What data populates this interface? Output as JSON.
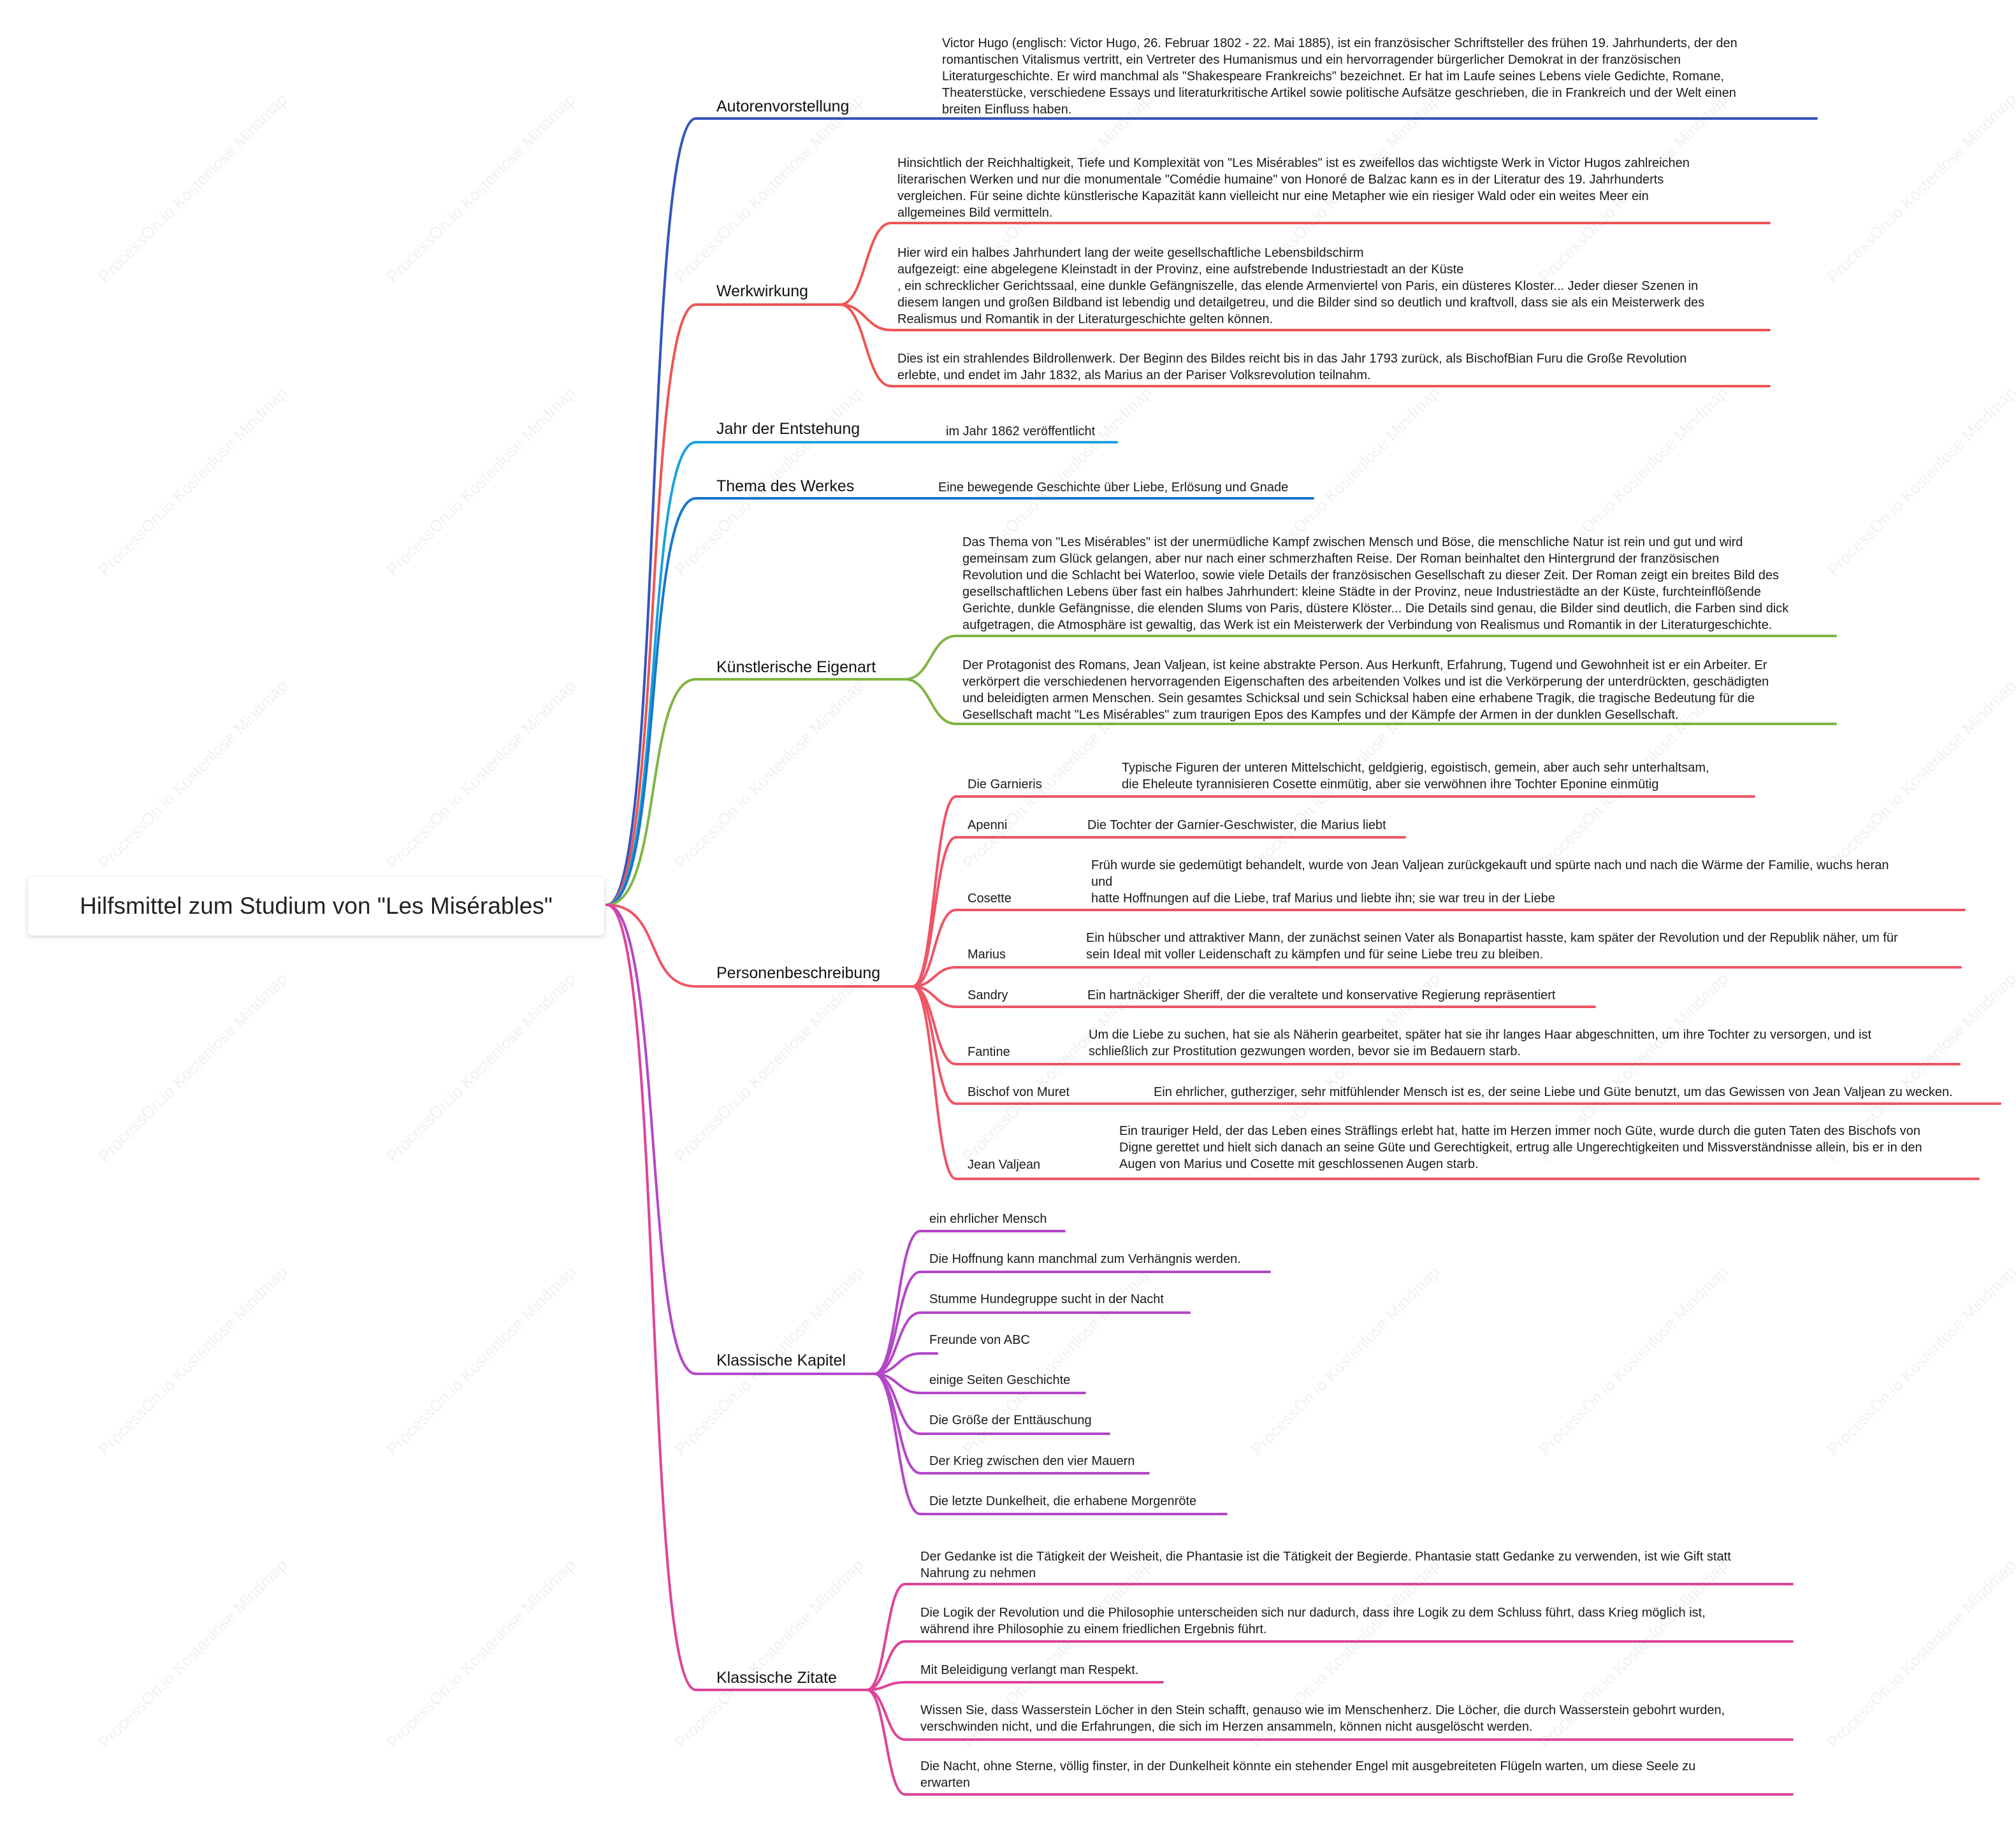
{
  "root": {
    "title": "Hilfsmittel zum Studium von \"Les Misérables\""
  },
  "watermark": "ProcessOn.io Kostenlose Mindmap",
  "colors": {
    "autor": "#3355bb",
    "werk": "#ee5555",
    "jahr": "#1aa3dd",
    "thema": "#1877c9",
    "kunst": "#7fb544",
    "personen": "#ee5566",
    "kapitel": "#b347c7",
    "zitate": "#dd4499"
  },
  "branches": {
    "autor": {
      "label": "Autorenvorstellung",
      "items": [
        "Victor Hugo (englisch: Victor Hugo, 26. Februar 1802 - 22. Mai 1885), ist ein französischer Schriftsteller des frühen 19. Jahrhunderts, der den\nromantischen Vitalismus vertritt, ein Vertreter des Humanismus und ein hervorragender bürgerlicher Demokrat in der französischen\nLiteraturgeschichte. Er wird manchmal als \"Shakespeare Frankreichs\" bezeichnet. Er hat im Laufe seines Lebens viele Gedichte, Romane,\nTheaterstücke, verschiedene Essays und literaturkritische Artikel sowie politische Aufsätze geschrieben, die in Frankreich und der Welt einen\nbreiten Einfluss haben."
      ]
    },
    "werk": {
      "label": "Werkwirkung",
      "items": [
        "Hinsichtlich der Reichhaltigkeit, Tiefe und Komplexität von \"Les Misérables\" ist es zweifellos das wichtigste Werk in Victor Hugos zahlreichen\nliterarischen Werken und nur die monumentale \"Comédie humaine\" von Honoré de Balzac kann es in der Literatur des 19. Jahrhunderts\nvergleichen. Für seine dichte künstlerische Kapazität kann vielleicht nur eine Metapher wie ein riesiger Wald oder ein weites Meer ein\nallgemeines Bild vermitteln.",
        "Hier wird ein halbes Jahrhundert lang der weite gesellschaftliche Lebensbildschirm\naufgezeigt: eine abgelegene Kleinstadt in der Provinz, eine aufstrebende Industriestadt an der Küste\n, ein schrecklicher Gerichtssaal, eine dunkle Gefängniszelle, das elende Armenviertel von Paris, ein düsteres Kloster... Jeder dieser Szenen in\ndiesem langen und großen Bildband ist lebendig und detailgetreu, und die Bilder sind so deutlich und kraftvoll, dass sie als ein Meisterwerk des\nRealismus und Romantik in der Literaturgeschichte gelten können.",
        "Dies ist ein strahlendes Bildrollenwerk. Der Beginn des Bildes reicht bis in das Jahr 1793 zurück, als BischofBian Furu die Große Revolution\nerlebte, und endet im Jahr 1832, als Marius an der Pariser Volksrevolution teilnahm."
      ]
    },
    "jahr": {
      "label": "Jahr der Entstehung",
      "items": [
        "im Jahr 1862 veröffentlicht"
      ]
    },
    "thema": {
      "label": "Thema des Werkes",
      "items": [
        "Eine bewegende Geschichte über Liebe, Erlösung und Gnade"
      ]
    },
    "kunst": {
      "label": "Künstlerische Eigenart",
      "items": [
        "Das Thema von \"Les Misérables\" ist der unermüdliche Kampf zwischen Mensch und Böse, die menschliche Natur ist rein und gut und wird\ngemeinsam zum Glück gelangen, aber nur nach einer schmerzhaften Reise. Der Roman beinhaltet den Hintergrund der französischen\nRevolution und die Schlacht bei Waterloo, sowie viele Details der französischen Gesellschaft zu dieser Zeit. Der Roman zeigt ein breites Bild des\ngesellschaftlichen Lebens über fast ein halbes Jahrhundert: kleine Städte in der Provinz, neue Industriestädte an der Küste, furchteinflößende\nGerichte, dunkle Gefängnisse, die elenden Slums von Paris, düstere Klöster... Die Details sind genau, die Bilder sind deutlich, die Farben sind dick\naufgetragen, die Atmosphäre ist gewaltig, das Werk ist ein Meisterwerk der Verbindung von Realismus und Romantik in der Literaturgeschichte.",
        "Der Protagonist des Romans, Jean Valjean, ist keine abstrakte Person. Aus Herkunft, Erfahrung, Tugend und Gewohnheit ist er ein Arbeiter. Er\nverkörpert die verschiedenen hervorragenden Eigenschaften des arbeitenden Volkes und ist die Verkörperung der unterdrückten, geschädigten\nund beleidigten armen Menschen. Sein gesamtes Schicksal und sein Schicksal haben eine erhabene Tragik, die tragische Bedeutung für die\nGesellschaft macht \"Les Misérables\" zum traurigen Epos des Kampfes und der Kämpfe der Armen in der dunklen Gesellschaft."
      ]
    },
    "personen": {
      "label": "Personenbeschreibung",
      "people": [
        {
          "name": "Die Garnieris",
          "desc": "Typische Figuren der unteren Mittelschicht, geldgierig, egoistisch, gemein, aber auch sehr unterhaltsam,\ndie Eheleute tyrannisieren Cosette einmütig, aber sie verwöhnen ihre Tochter Eponine einmütig"
        },
        {
          "name": "Apenni",
          "desc": "Die Tochter der Garnier-Geschwister, die Marius liebt"
        },
        {
          "name": "Cosette",
          "desc": "Früh wurde sie gedemütigt behandelt, wurde von Jean Valjean zurückgekauft und spürte nach und nach die Wärme der Familie, wuchs heran\nund\nhatte Hoffnungen auf die Liebe, traf Marius und liebte ihn; sie war treu in der Liebe"
        },
        {
          "name": "Marius",
          "desc": "Ein hübscher und attraktiver Mann, der zunächst seinen Vater als Bonapartist hasste, kam später der Revolution und der Republik näher, um für\nsein Ideal mit voller Leidenschaft zu kämpfen und für seine Liebe treu zu bleiben."
        },
        {
          "name": "Sandry",
          "desc": "Ein hartnäckiger Sheriff, der die veraltete und konservative Regierung repräsentiert"
        },
        {
          "name": "Fantine",
          "desc": "Um die Liebe zu suchen, hat sie als Näherin gearbeitet, später hat sie ihr langes Haar abgeschnitten, um ihre Tochter zu versorgen, und ist\nschließlich zur Prostitution gezwungen worden, bevor sie im Bedauern starb."
        },
        {
          "name": "Bischof von Muret",
          "desc": "Ein ehrlicher, gutherziger, sehr mitfühlender Mensch ist es, der seine Liebe und Güte benutzt, um das Gewissen von Jean Valjean zu wecken."
        },
        {
          "name": "Jean Valjean",
          "desc": "Ein trauriger Held, der das Leben eines Sträflings erlebt hat, hatte im Herzen immer noch Güte, wurde durch die guten Taten des Bischofs von\nDigne gerettet und hielt sich danach an seine Güte und Gerechtigkeit, ertrug alle Ungerechtigkeiten und Missverständnisse allein, bis er in den\nAugen von Marius und Cosette mit geschlossenen Augen starb."
        }
      ]
    },
    "kapitel": {
      "label": "Klassische Kapitel",
      "items": [
        "ein ehrlicher Mensch",
        "Die Hoffnung kann manchmal zum Verhängnis werden.",
        "Stumme Hundegruppe sucht in der Nacht",
        "Freunde von ABC",
        "einige Seiten Geschichte",
        "Die Größe der Enttäuschung",
        "Der Krieg zwischen den vier Mauern",
        "Die letzte Dunkelheit, die erhabene Morgenröte"
      ]
    },
    "zitate": {
      "label": "Klassische Zitate",
      "items": [
        "Der Gedanke ist die Tätigkeit der Weisheit, die Phantasie ist die Tätigkeit der Begierde. Phantasie statt Gedanke zu verwenden, ist wie Gift statt\nNahrung zu nehmen",
        "Die Logik der Revolution und die Philosophie unterscheiden sich nur dadurch, dass ihre Logik zu dem Schluss führt, dass Krieg möglich ist,\nwährend ihre Philosophie zu einem friedlichen Ergebnis führt.",
        "Mit Beleidigung verlangt man Respekt.",
        "Wissen Sie, dass Wasserstein Löcher in den Stein schafft, genauso wie im Menschenherz. Die Löcher, die durch Wasserstein gebohrt wurden,\nverschwinden nicht, und die Erfahrungen, die sich im Herzen ansammeln, können nicht ausgelöscht werden.",
        "Die Nacht, ohne Sterne, völlig finster, in der Dunkelheit könnte ein stehender Engel mit ausgebreiteten Flügeln warten, um diese Seele zu\nerwarten"
      ]
    }
  }
}
